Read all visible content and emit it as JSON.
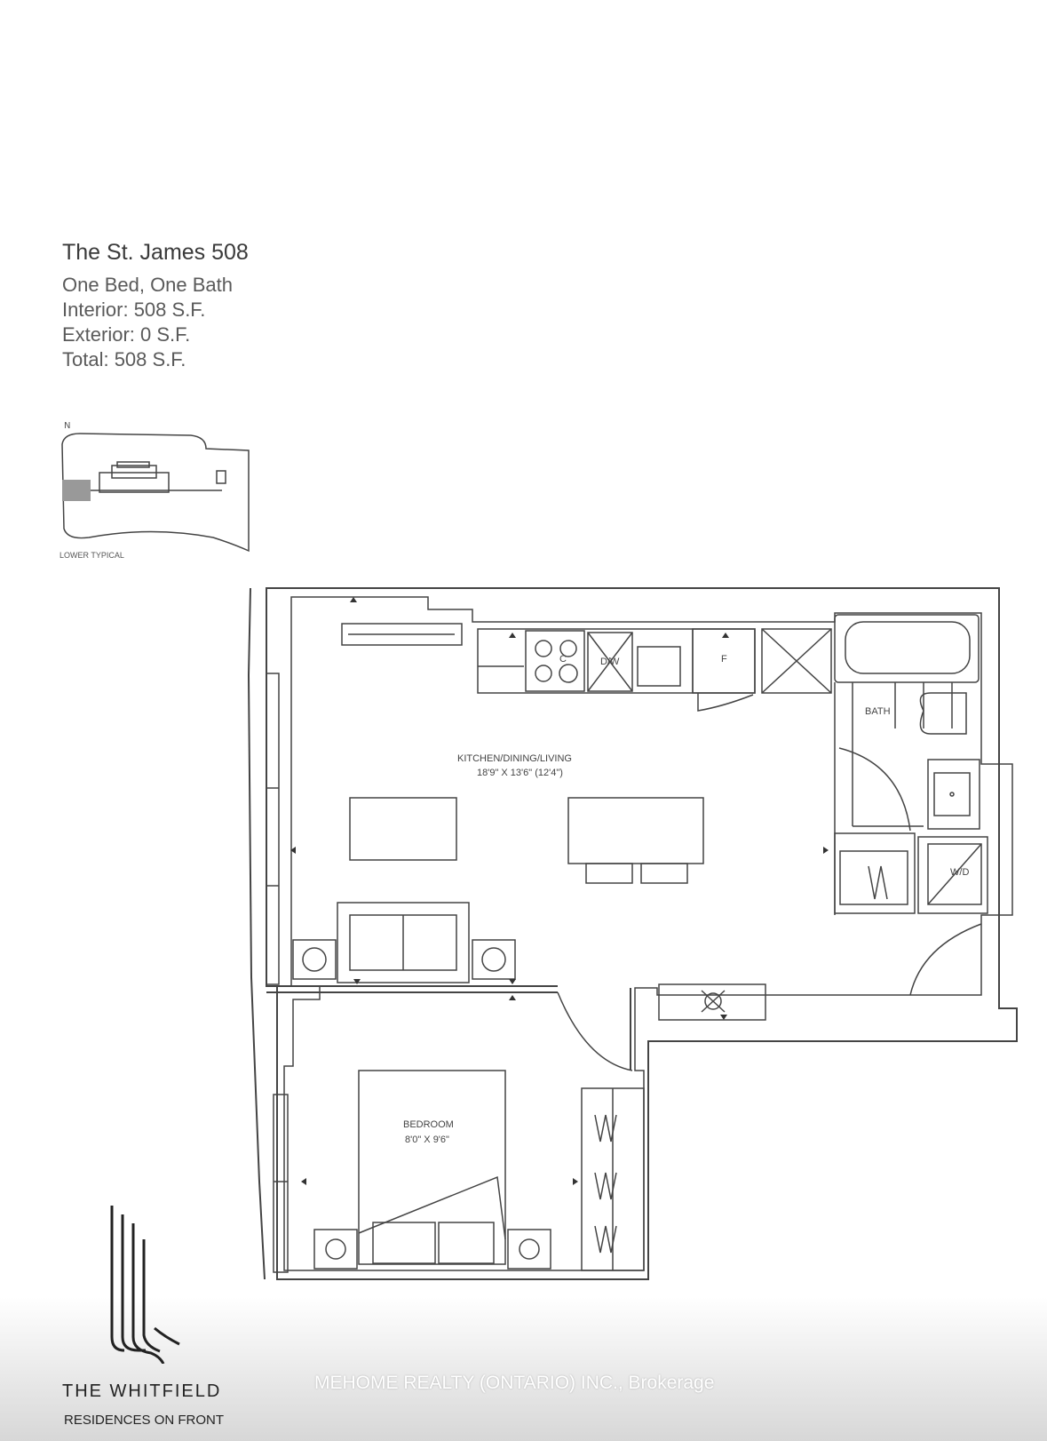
{
  "unit": {
    "name": "The St. James 508",
    "description": "One Bed, One Bath",
    "interior": "Interior: 508 S.F.",
    "exterior": "Exterior: 0 S.F.",
    "total": "Total: 508 S.F."
  },
  "keyplan": {
    "north_label": "N",
    "floor_label": "LOWER TYPICAL"
  },
  "rooms": {
    "kitchen_name": "KITCHEN/DINING/LIVING",
    "kitchen_size": "18'9\" X 13'6\" (12'4\")",
    "bedroom_name": "BEDROOM",
    "bedroom_size": "8'0\"  X 9'6\"",
    "bath_label": "BATH",
    "dishwasher_label": "D/W",
    "fridge_label": "F",
    "washer_dryer_label": "W/D",
    "cooktop_label": "C"
  },
  "brand": {
    "name": "THE WHITFIELD",
    "subtitle": "RESIDENCES ON FRONT"
  },
  "watermark": "MEHOME REALTY (ONTARIO) INC., Brokerage"
}
